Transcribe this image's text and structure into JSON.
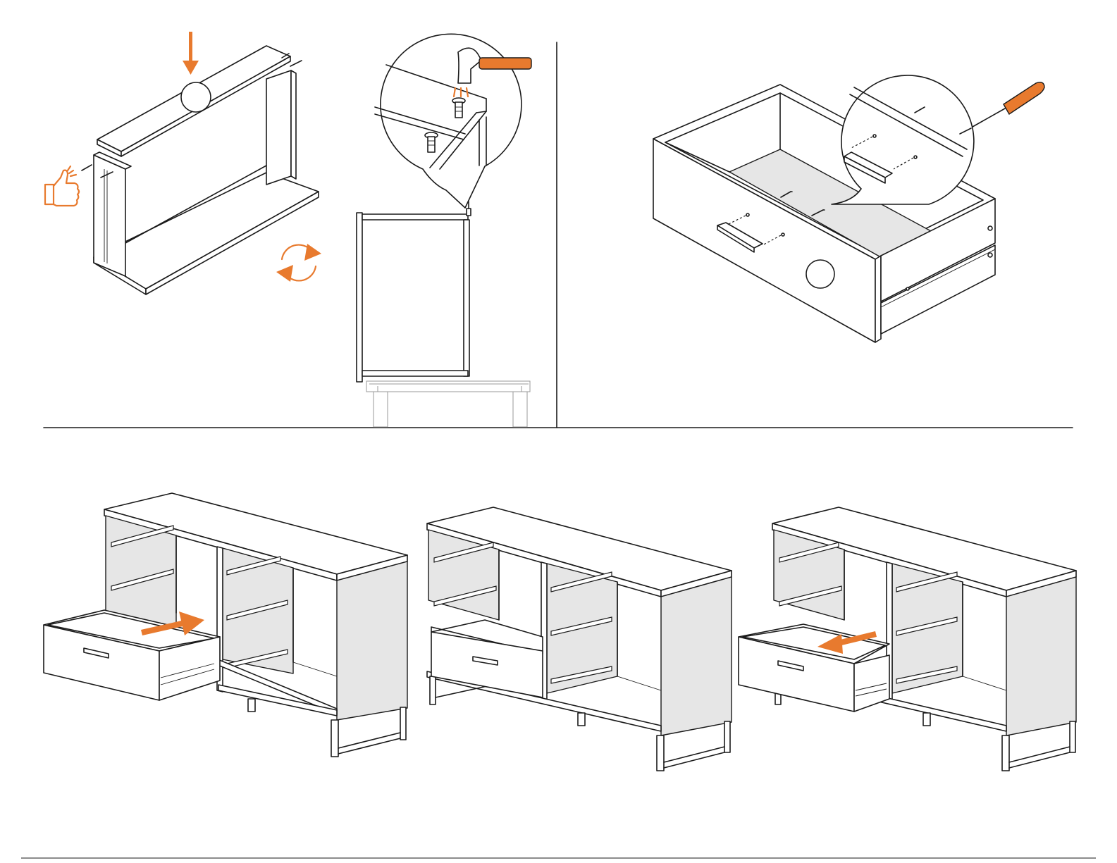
{
  "document": {
    "type": "furniture-assembly-instructions",
    "steps": [
      {
        "id": "attach-top-panel",
        "actions": [
          "press-down-arrow",
          "insert-dowels",
          "hand-tighten"
        ]
      },
      {
        "id": "hammer-cam-bolts",
        "actions": [
          "hammer",
          "flip-unit"
        ]
      },
      {
        "id": "attach-drawer-handle",
        "actions": [
          "screwdriver",
          "screws"
        ]
      },
      {
        "id": "insert-drawers",
        "actions": [
          "slide-in",
          "close",
          "slide-out"
        ]
      }
    ],
    "footer_text": "",
    "colors": {
      "accent": "#e87a2e",
      "line": "#1a1a1a",
      "panel_fill": "#e6e6e6",
      "background": "#ffffff"
    },
    "icons": [
      "down-arrow-icon",
      "thumbs-up-icon",
      "hammer-icon",
      "rotate-icon",
      "screwdriver-icon",
      "push-arrow-icon",
      "pull-arrow-icon"
    ]
  }
}
